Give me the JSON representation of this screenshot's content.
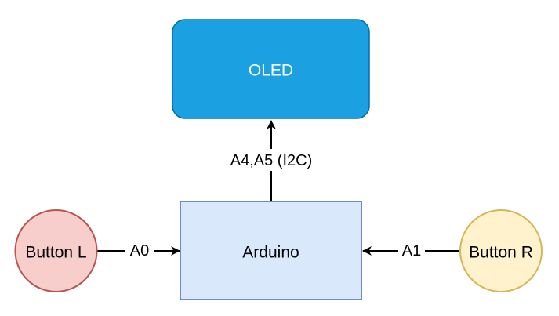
{
  "diagram": {
    "nodes": {
      "oled": {
        "label": "OLED",
        "fill": "#1ba1e2",
        "stroke": "#006eaf",
        "text_color": "#ffffff"
      },
      "arduino": {
        "label": "Arduino",
        "fill": "#dae8fc",
        "stroke": "#6c8ebf",
        "text_color": "#000000"
      },
      "button_l": {
        "label": "Button L",
        "fill": "#f8cecc",
        "stroke": "#b85450",
        "text_color": "#000000"
      },
      "button_r": {
        "label": "Button R",
        "fill": "#fff2cc",
        "stroke": "#d6b656",
        "text_color": "#000000"
      }
    },
    "edges": {
      "arduino_to_oled": {
        "label": "A4,A5 (I2C)"
      },
      "button_l_to_arduino": {
        "label": "A0"
      },
      "button_r_to_arduino": {
        "label": "A1"
      }
    },
    "edge_color": "#000000"
  }
}
